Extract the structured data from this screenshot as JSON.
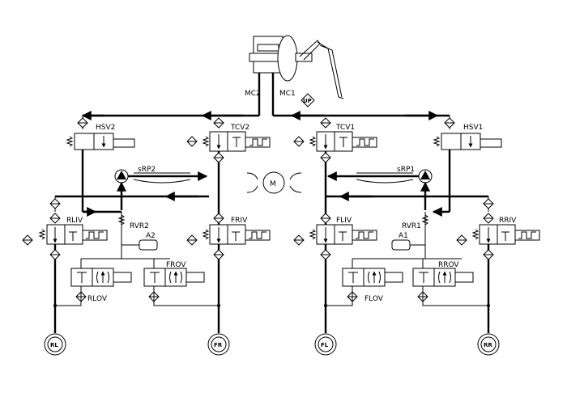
{
  "master_cylinder_labels": {
    "mc1": "MC1",
    "mc2": "MC2"
  },
  "pedal_switch_label": "UP",
  "pump_labels": {
    "left": "sRP2",
    "right": "sRP1"
  },
  "motor_label": "M",
  "valves": {
    "hsv2": "HSV2",
    "tcv2": "TCV2",
    "tcv1": "TCV1",
    "hsv1": "HSV1",
    "rliv": "RLIV",
    "friv": "FRIV",
    "fliv": "FLIV",
    "rriv": "RRIV",
    "rlov": "RLOV",
    "frov": "FROV",
    "flov": "FLOV",
    "rrov": "RROV",
    "rvr2": "RVR2",
    "rvr1": "RVR1"
  },
  "accumulators": {
    "left": "A2",
    "right": "A1"
  },
  "wheels": {
    "rl": "RL",
    "fr": "FR",
    "fl": "FL",
    "rr": "RR"
  }
}
